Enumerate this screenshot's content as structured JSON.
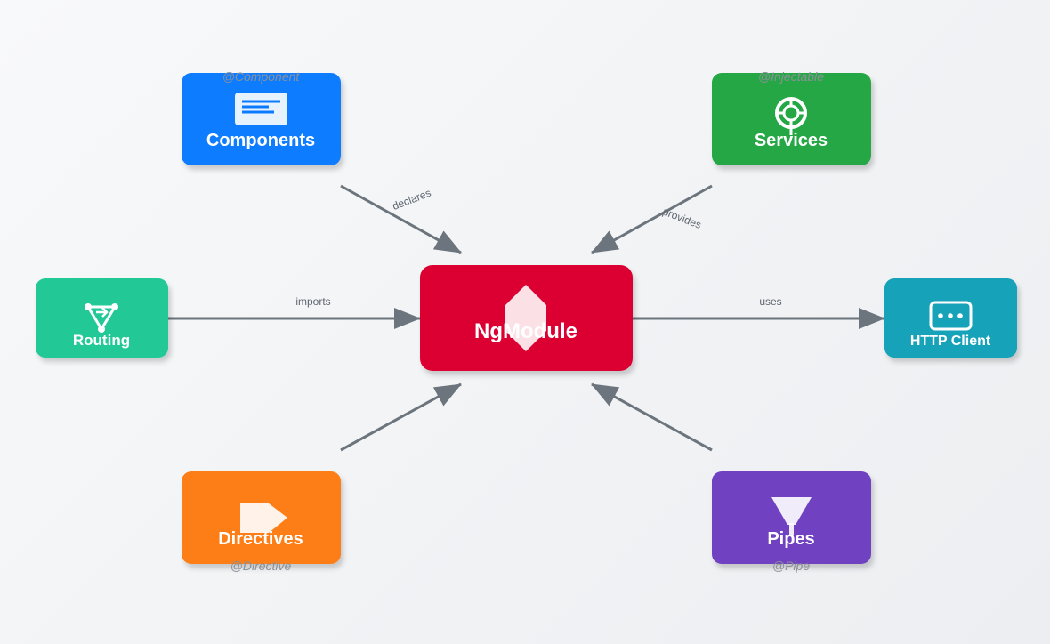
{
  "nodes": {
    "ngmodule": {
      "title": "NgModule",
      "color": "#dc0030"
    },
    "components": {
      "title": "Components",
      "decorator": "@Component",
      "color": "#0a7bff"
    },
    "services": {
      "title": "Services",
      "decorator": "@Injectable",
      "color": "#28a745"
    },
    "routing": {
      "title": "Routing",
      "color": "#20c997"
    },
    "http": {
      "title": "HTTP Client",
      "color": "#17a2b8"
    },
    "directives": {
      "title": "Directives",
      "decorator": "@Directive",
      "color": "#fd7e14"
    },
    "pipes": {
      "title": "Pipes",
      "decorator": "@Pipe",
      "color": "#6f42c1"
    }
  },
  "edges": {
    "declares": "declares",
    "provides": "provides",
    "imports": "imports",
    "uses": "uses"
  },
  "colors": {
    "edge": "#6c757d",
    "label": "#5f6670",
    "decorator": "#8a9098"
  },
  "icons": {
    "ngmodule": "angular-diamond-icon",
    "components": "card-lines-icon",
    "services": "lifebuoy-icon",
    "routing": "route-graph-icon",
    "http": "chat-bubble-icon",
    "directives": "arrow-sign-icon",
    "pipes": "funnel-icon"
  }
}
